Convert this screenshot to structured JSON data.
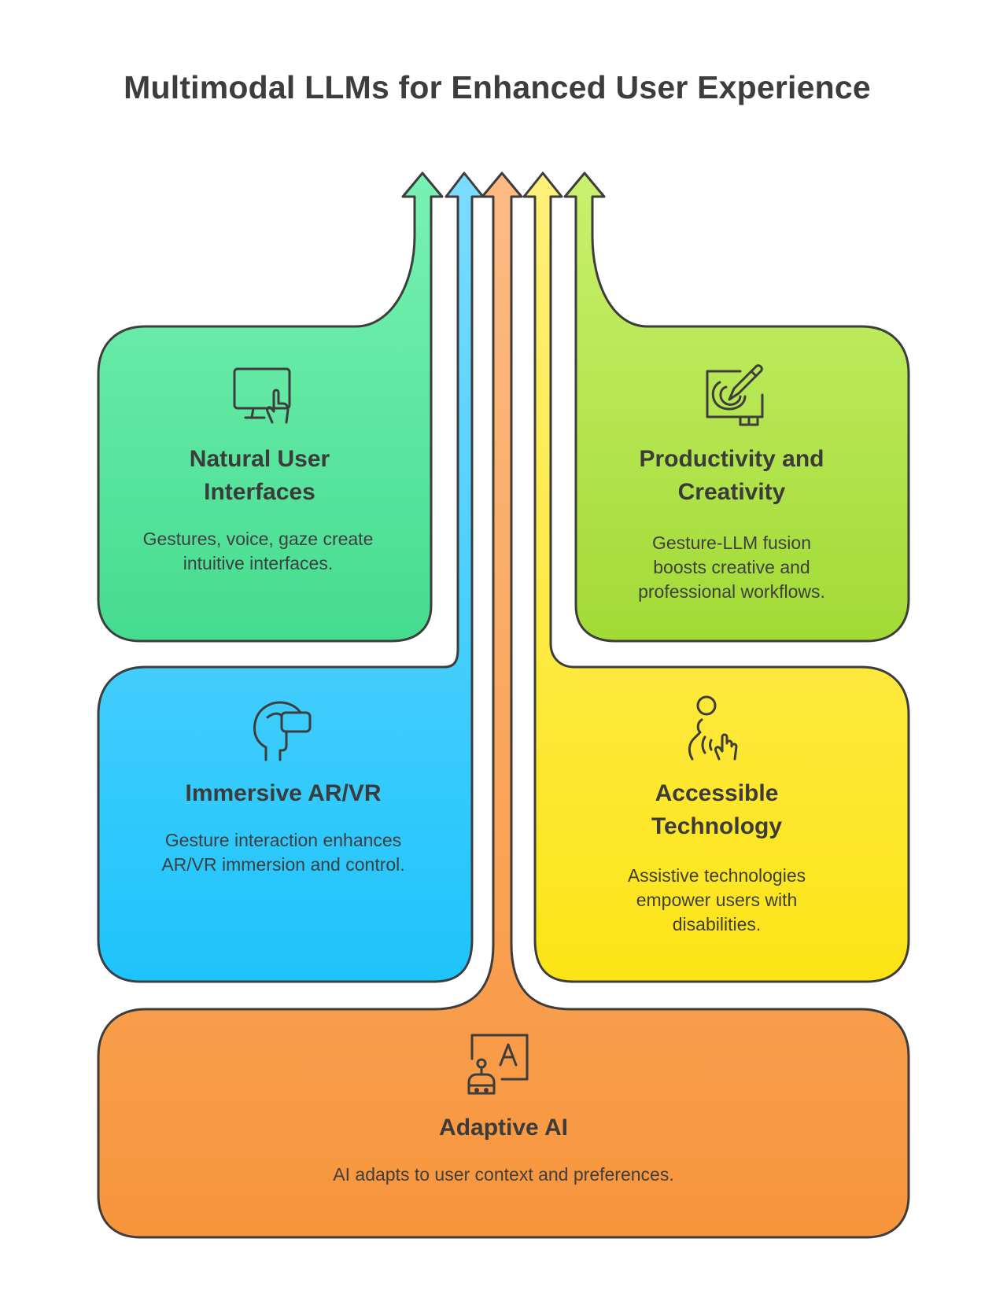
{
  "title": "Multimodal LLMs for Enhanced User Experience",
  "colors": {
    "green": "#5de39d",
    "blue": "#2ecbff",
    "orange": "#f7a158",
    "yellow": "#fde53a",
    "lime": "#b4e54d",
    "outline": "#3d3d3d"
  },
  "cards": {
    "natural": {
      "title": "Natural User Interfaces",
      "description": "Gestures, voice, gaze create intuitive interfaces.",
      "icon": "touchscreen-hand-icon"
    },
    "productivity": {
      "title": "Productivity and Creativity",
      "description": "Gesture-LLM fusion boosts creative and professional workflows.",
      "icon": "drawing-tablet-pen-icon"
    },
    "immersive": {
      "title": "Immersive AR/VR",
      "description": "Gesture interaction enhances AR/VR immersion and control.",
      "icon": "vr-headset-icon"
    },
    "accessible": {
      "title": "Accessible Technology",
      "description": "Assistive technologies empower users with disabilities.",
      "icon": "assistive-touch-icon"
    },
    "adaptive": {
      "title": "Adaptive AI",
      "description": "AI adapts to user context and preferences.",
      "icon": "robot-language-icon"
    }
  }
}
